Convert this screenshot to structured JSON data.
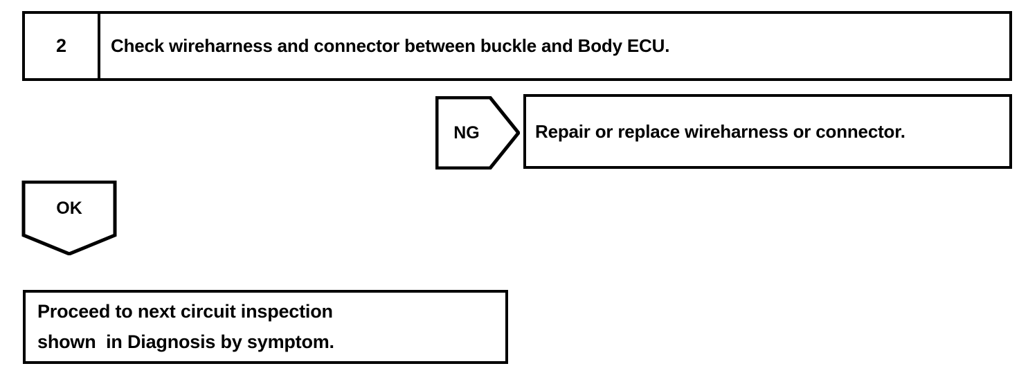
{
  "diagram": {
    "type": "troubleshooting-flowchart",
    "colors": {
      "line": "#000000",
      "background": "#ffffff",
      "text": "#000000"
    },
    "step": {
      "number": "2",
      "instruction": "Check wireharness and connector between buckle and Body ECU."
    },
    "branches": {
      "ng": {
        "label": "NG",
        "result": "Repair or replace wireharness or connector."
      },
      "ok": {
        "label": "OK",
        "result_line1": "Proceed to next circuit inspection",
        "result_line2": "shown  in Diagnosis by symptom."
      }
    }
  }
}
